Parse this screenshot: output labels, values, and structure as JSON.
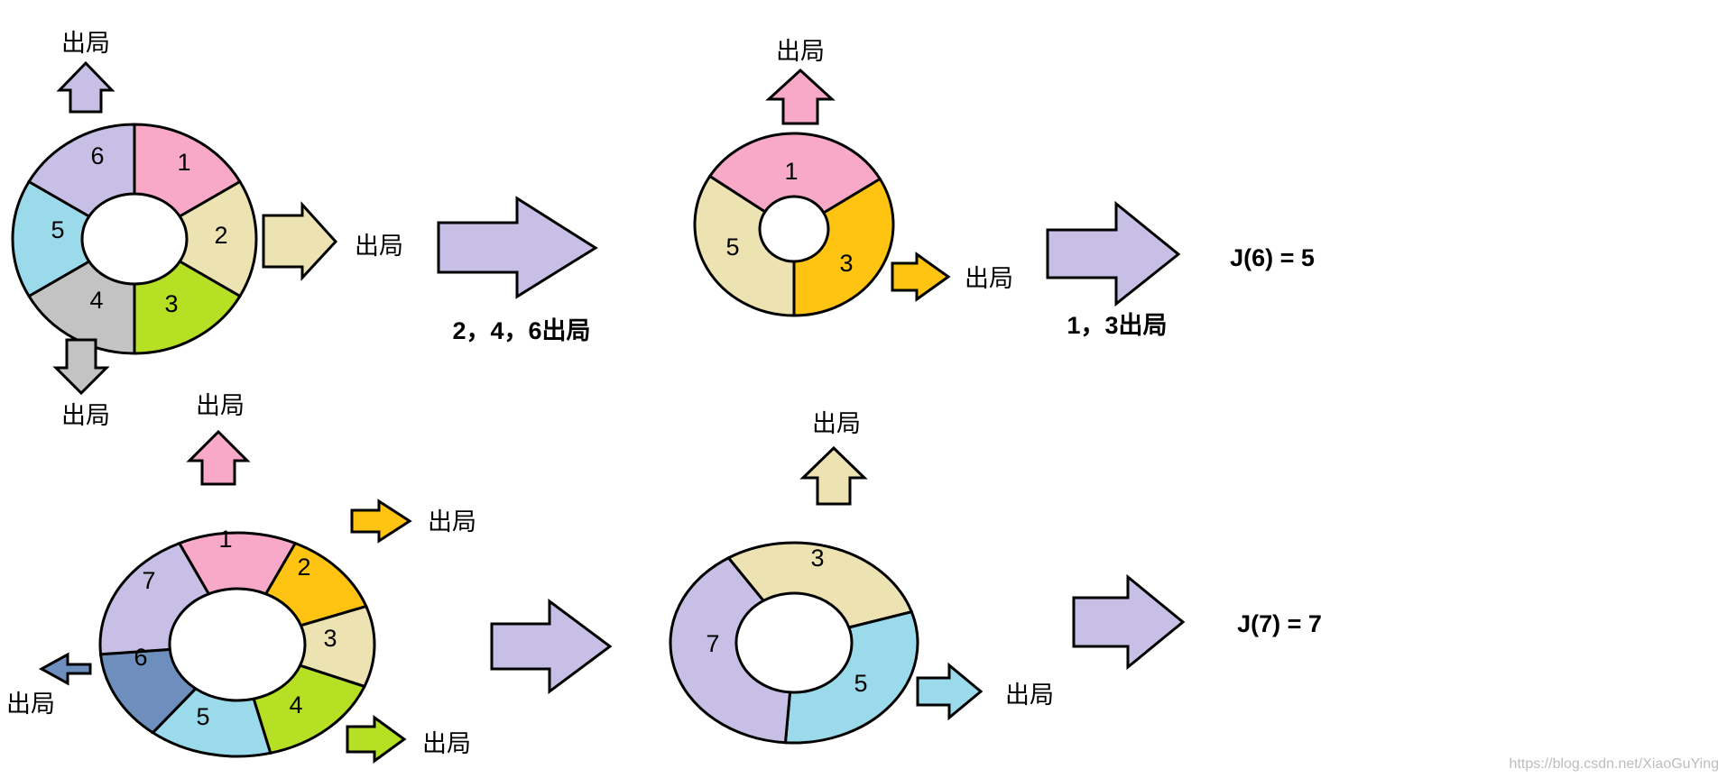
{
  "exit_label": "出局",
  "colors": {
    "pink": "#f8a9c8",
    "tan": "#ede2b2",
    "green": "#b5e024",
    "gray": "#c3c3c3",
    "cyan": "#9bdaea",
    "lavender": "#c8bfe6",
    "orange": "#ffc312",
    "steel": "#6e8fbd",
    "stroke": "#000000"
  },
  "top_row": {
    "ring1": {
      "segments": [
        {
          "n": "1",
          "color": "pink"
        },
        {
          "n": "2",
          "color": "tan"
        },
        {
          "n": "3",
          "color": "green"
        },
        {
          "n": "4",
          "color": "gray"
        },
        {
          "n": "5",
          "color": "cyan"
        },
        {
          "n": "6",
          "color": "lavender"
        }
      ],
      "exits": [
        "2",
        "4",
        "6"
      ]
    },
    "step_caption": "2，4，6出局",
    "ring2": {
      "segments": [
        {
          "n": "1",
          "color": "pink"
        },
        {
          "n": "3",
          "color": "orange"
        },
        {
          "n": "5",
          "color": "tan"
        }
      ],
      "exits": [
        "1",
        "3"
      ]
    },
    "step_caption_2": "1，3出局",
    "result": "J(6) = 5"
  },
  "bottom_row": {
    "ring1": {
      "segments": [
        {
          "n": "1",
          "color": "pink"
        },
        {
          "n": "2",
          "color": "orange"
        },
        {
          "n": "3",
          "color": "tan"
        },
        {
          "n": "4",
          "color": "green"
        },
        {
          "n": "5",
          "color": "cyan"
        },
        {
          "n": "6",
          "color": "steel"
        },
        {
          "n": "7",
          "color": "lavender"
        }
      ],
      "exits": [
        "1",
        "2",
        "4",
        "6"
      ]
    },
    "ring2": {
      "segments": [
        {
          "n": "3",
          "color": "tan"
        },
        {
          "n": "5",
          "color": "cyan"
        },
        {
          "n": "7",
          "color": "lavender"
        }
      ],
      "exits": [
        "3",
        "5"
      ]
    },
    "result": "J(7) = 7"
  },
  "watermark": "https://blog.csdn.net/XiaoGuYing"
}
